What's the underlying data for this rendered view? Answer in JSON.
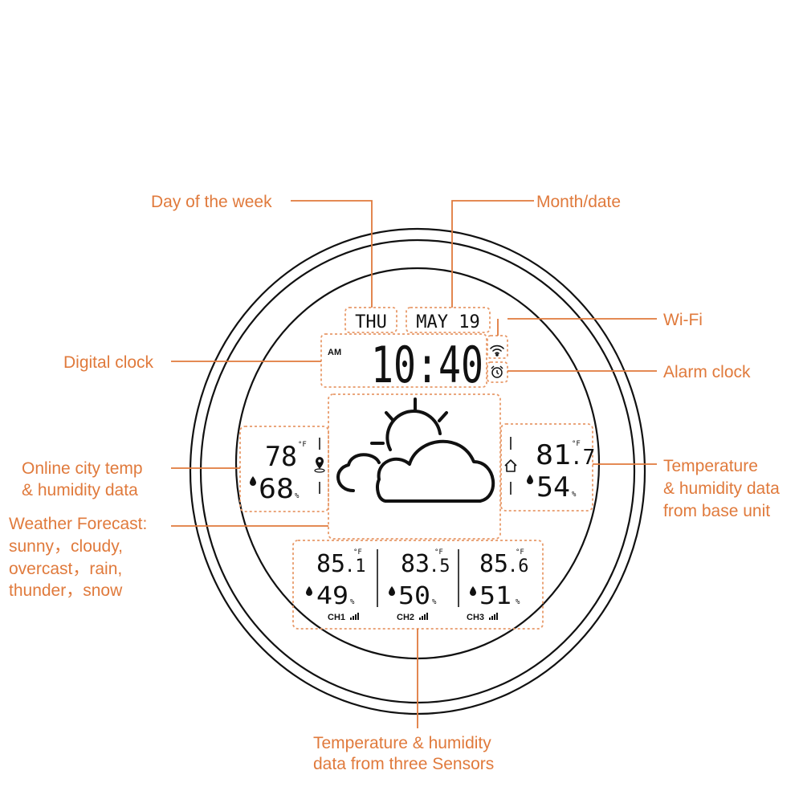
{
  "callouts": {
    "day_of_week": "Day of the week",
    "month_date": "Month/date",
    "wifi": "Wi-Fi",
    "digital_clock": "Digital clock",
    "alarm_clock": "Alarm clock",
    "online_temp_line1": "Online city temp",
    "online_temp_line2": "& humidity data",
    "forecast_line1": "Weather Forecast:",
    "forecast_line2": "sunny，cloudy,",
    "forecast_line3": "overcast，rain,",
    "forecast_line4": "thunder，snow",
    "base_line1": "Temperature",
    "base_line2": "& humidity data",
    "base_line3": "from base unit",
    "sensors_line1": "Temperature & humidity",
    "sensors_line2": "data from three  Sensors"
  },
  "display": {
    "day": "THU",
    "date": "MAY 19",
    "am_pm": "AM",
    "time": "10:40",
    "online": {
      "temp": "78",
      "unit": "°F",
      "humidity": "68",
      "hum_unit": "%"
    },
    "base": {
      "temp_int": "81",
      "temp_dec": ".7",
      "unit": "°F",
      "humidity": "54",
      "hum_unit": "%"
    },
    "channels": [
      {
        "label": "CH1",
        "temp_int": "85",
        "temp_dec": ".1",
        "humidity": "49"
      },
      {
        "label": "CH2",
        "temp_int": "83",
        "temp_dec": ".5",
        "humidity": "50"
      },
      {
        "label": "CH3",
        "temp_int": "85",
        "temp_dec": ".6",
        "humidity": "51"
      }
    ],
    "channel_unit": "°F",
    "channel_hum_unit": "%"
  },
  "icons": {
    "wifi": "wifi-icon",
    "alarm": "alarm-icon",
    "location": "location-pin-icon",
    "home": "home-icon",
    "weather": "partly-cloudy-icon",
    "drop": "water-drop-icon",
    "signal": "signal-bars-icon"
  },
  "colors": {
    "accent": "#e07a3c",
    "lcd": "#111111"
  }
}
